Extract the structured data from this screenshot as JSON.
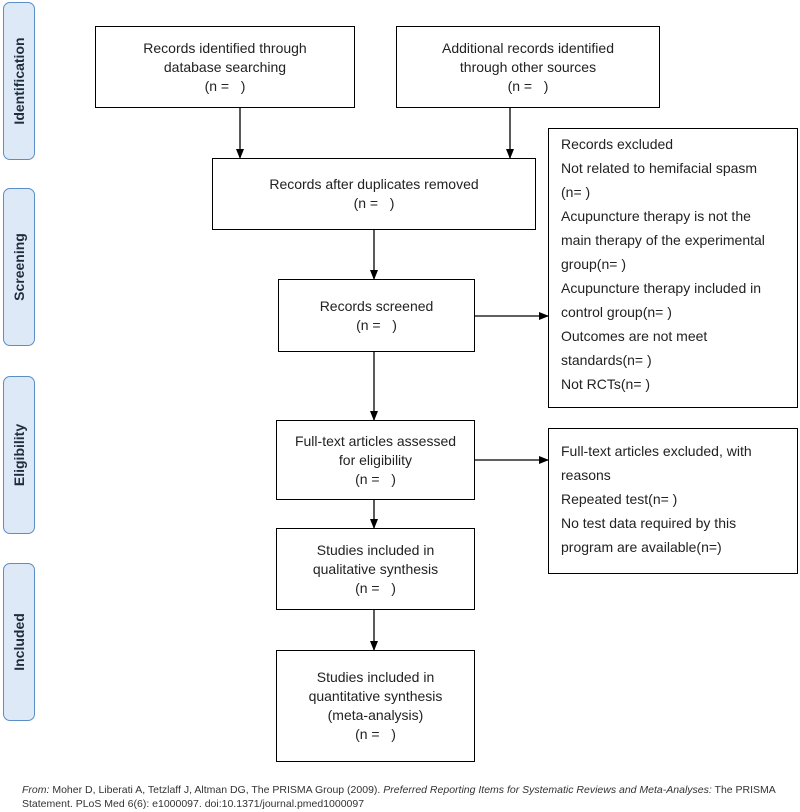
{
  "phases": {
    "identification": "Identification",
    "screening": "Screening",
    "eligibility": "Eligibility",
    "included": "Included"
  },
  "boxes": {
    "records_db": [
      "Records identified through",
      "database searching",
      "(n =   )"
    ],
    "records_other": [
      "Additional records identified",
      "through other sources",
      "(n =   )"
    ],
    "duplicates_removed": [
      "Records after duplicates removed",
      "(n =   )"
    ],
    "screened": [
      "Records screened",
      "(n =   )"
    ],
    "fulltext": [
      "Full-text articles assessed",
      "for eligibility",
      "(n =   )"
    ],
    "qualitative": [
      "Studies included in",
      "qualitative synthesis",
      "(n =   )"
    ],
    "quantitative": [
      "Studies included in",
      "quantitative synthesis",
      "(meta-analysis)",
      "(n =   )"
    ]
  },
  "excluded_records": [
    "Records excluded",
    "Not related to hemifacial spasm",
    "(n= )",
    "Acupuncture therapy is not the",
    "main therapy of the experimental",
    "group(n= )",
    "Acupuncture therapy included in",
    "control group(n= )",
    "Outcomes are not meet",
    "standards(n= )",
    "Not RCTs(n= )"
  ],
  "excluded_fulltext": [
    "Full-text articles excluded, with",
    "reasons",
    "Repeated test(n= )",
    "No test data required by this",
    "program are available(n=)"
  ],
  "source": {
    "from_label": "From:",
    "authors": "Moher D, Liberati A, Tetzlaff J, Altman DG, The PRISMA Group (2009).",
    "title_italic": "Preferred Reporting Items for Systematic Reviews and Meta-Analyses:",
    "rest": "The PRISMA Statement. PLoS Med 6(6): e1000097. doi:10.1371/journal.pmed1000097"
  }
}
